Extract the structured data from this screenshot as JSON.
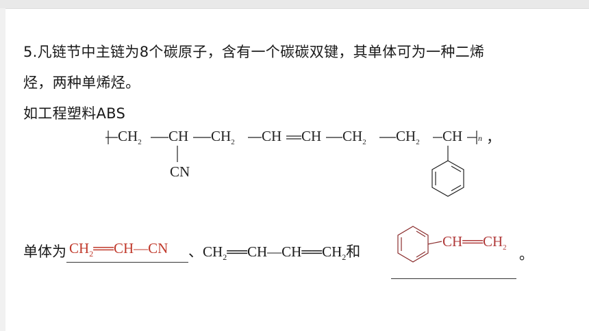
{
  "paragraph": {
    "line1": "5.凡链节中主链为8个碳原子，含有一个碳碳双键，其单体可为一种二烯",
    "line2": "烃，两种单烯烃。",
    "line3": "如工程塑料ABS"
  },
  "polymer_formula": {
    "ch2_a": "CH",
    "ch_b": "CH",
    "ch2_c": "CH",
    "ch_d": "CH",
    "ch_e": "CH",
    "ch2_f": "CH",
    "ch2_g": "CH",
    "ch_h": "CH",
    "sub2": "2",
    "repeat_n": "n",
    "side_group_cn": "CN",
    "trailing_comma": "，"
  },
  "answer": {
    "prefix": "单体为",
    "monomer1": {
      "ch2": "CH",
      "sub": "2",
      "rest": "CH",
      "cn": "CN"
    },
    "separator": "、",
    "monomer2": {
      "ch2a": "CH",
      "sub": "2",
      "ch": "CH",
      "ch2": "CH",
      "ch2b_sub": "2"
    },
    "conjunction": "和",
    "monomer3": {
      "ch": "CH",
      "ch2": "CH",
      "sub": "2"
    },
    "end": "。"
  },
  "colors": {
    "answer_red": "#c0392b",
    "answer3_color": "#b03a3a",
    "text": "#1a1a1a"
  }
}
